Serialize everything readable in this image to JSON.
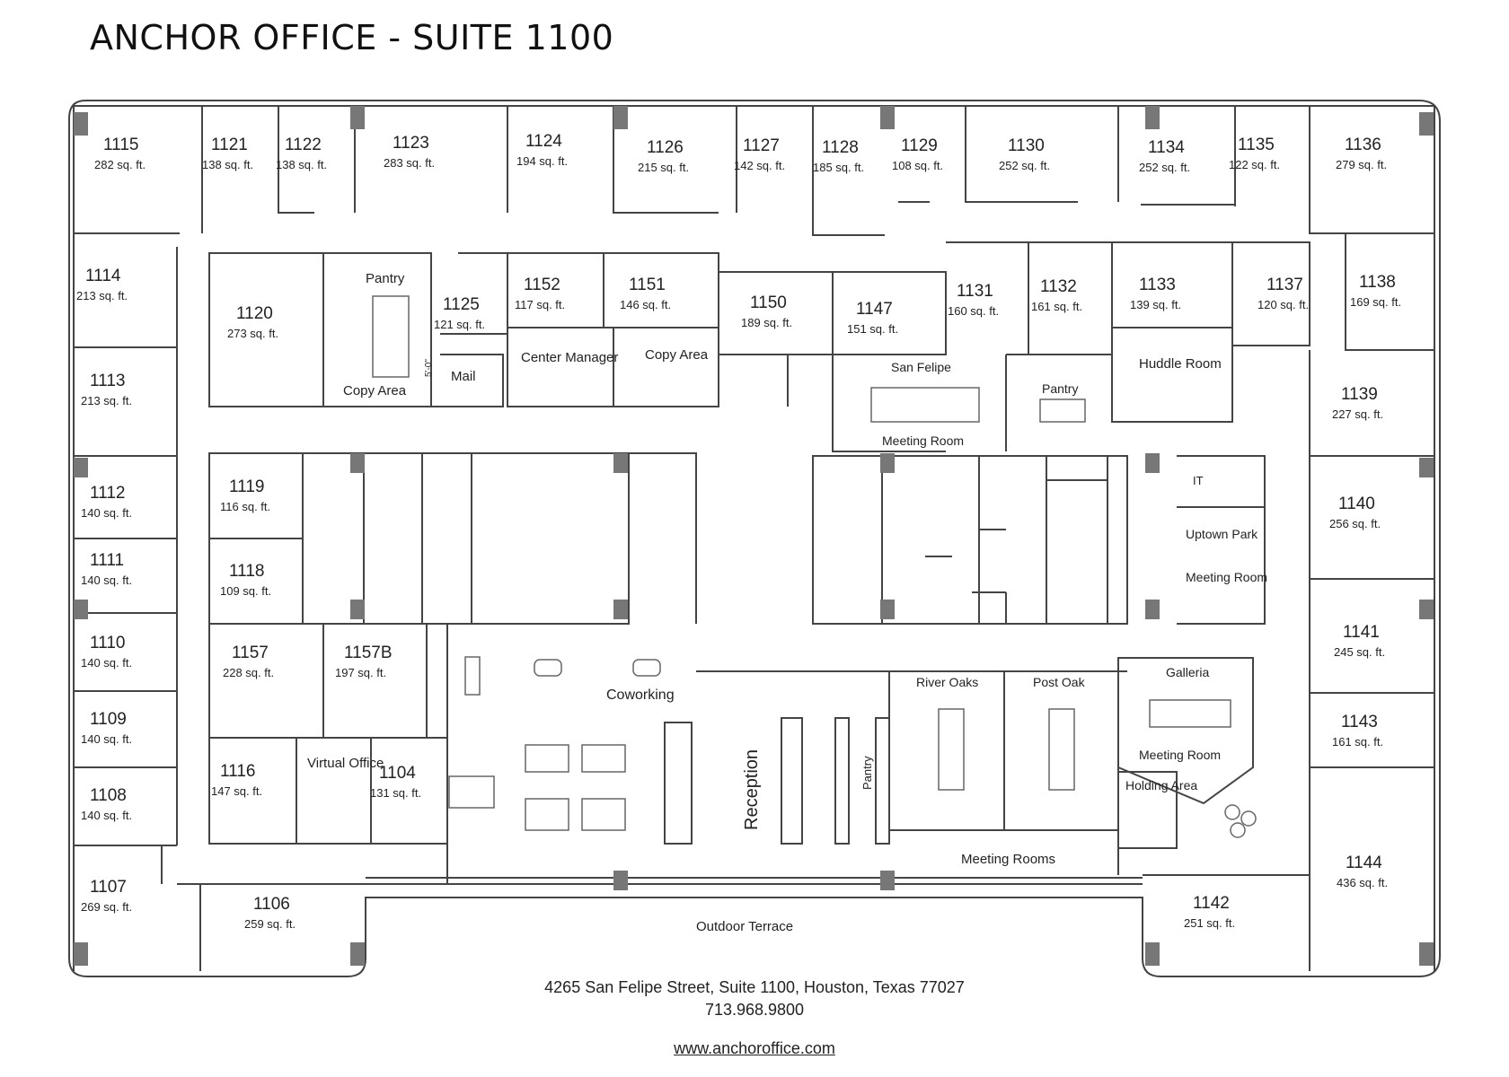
{
  "title": "ANCHOR OFFICE - SUITE 1100",
  "address": "4265 San Felipe Street, Suite 1100, Houston, Texas 77027",
  "phone": "713.968.9800",
  "website": "www.anchoroffice.com",
  "offices": [
    {
      "id": "1115",
      "area": "282 sq. ft."
    },
    {
      "id": "1121",
      "area": "138 sq. ft."
    },
    {
      "id": "1122",
      "area": "138 sq. ft."
    },
    {
      "id": "1123",
      "area": "283 sq. ft."
    },
    {
      "id": "1124",
      "area": "194 sq. ft."
    },
    {
      "id": "1126",
      "area": "215 sq. ft."
    },
    {
      "id": "1127",
      "area": "142 sq. ft."
    },
    {
      "id": "1128",
      "area": "185 sq. ft."
    },
    {
      "id": "1129",
      "area": "108 sq. ft."
    },
    {
      "id": "1130",
      "area": "252 sq. ft."
    },
    {
      "id": "1134",
      "area": "252 sq. ft."
    },
    {
      "id": "1135",
      "area": "122 sq. ft."
    },
    {
      "id": "1136",
      "area": "279 sq. ft."
    },
    {
      "id": "1114",
      "area": "213 sq. ft."
    },
    {
      "id": "1113",
      "area": "213 sq. ft."
    },
    {
      "id": "1112",
      "area": "140 sq. ft."
    },
    {
      "id": "1111",
      "area": "140 sq. ft."
    },
    {
      "id": "1110",
      "area": "140 sq. ft."
    },
    {
      "id": "1109",
      "area": "140 sq. ft."
    },
    {
      "id": "1108",
      "area": "140 sq. ft."
    },
    {
      "id": "1107",
      "area": "269 sq. ft."
    },
    {
      "id": "1106",
      "area": "259 sq. ft."
    },
    {
      "id": "1120",
      "area": "273 sq. ft."
    },
    {
      "id": "1125",
      "area": "121 sq. ft."
    },
    {
      "id": "1152",
      "area": "117 sq. ft."
    },
    {
      "id": "1151",
      "area": "146 sq. ft."
    },
    {
      "id": "1150",
      "area": "189 sq. ft."
    },
    {
      "id": "1147",
      "area": "151 sq. ft."
    },
    {
      "id": "1131",
      "area": "160 sq. ft."
    },
    {
      "id": "1132",
      "area": "161 sq. ft."
    },
    {
      "id": "1133",
      "area": "139 sq. ft."
    },
    {
      "id": "1137",
      "area": "120 sq. ft."
    },
    {
      "id": "1138",
      "area": "169 sq. ft."
    },
    {
      "id": "1139",
      "area": "227 sq. ft."
    },
    {
      "id": "1140",
      "area": "256 sq. ft."
    },
    {
      "id": "1141",
      "area": "245 sq. ft."
    },
    {
      "id": "1143",
      "area": "161 sq. ft."
    },
    {
      "id": "1144",
      "area": "436 sq. ft."
    },
    {
      "id": "1142",
      "area": "251 sq. ft."
    },
    {
      "id": "1119",
      "area": "116 sq. ft."
    },
    {
      "id": "1118",
      "area": "109 sq. ft."
    },
    {
      "id": "1157",
      "area": "228 sq. ft."
    },
    {
      "id": "1157B",
      "area": "197 sq. ft."
    },
    {
      "id": "1116",
      "area": "147 sq. ft."
    },
    {
      "id": "1104",
      "area": "131 sq. ft."
    }
  ],
  "areas": {
    "pantry_1": "Pantry",
    "copy_area_1": "Copy Area",
    "mail": "Mail",
    "dimension": "5'-0\"",
    "center_manager": "Center Manager",
    "copy_area_2": "Copy Area",
    "san_felipe": "San Felipe",
    "meeting_room_1": "Meeting Room",
    "pantry_2": "Pantry",
    "huddle_room": "Huddle Room",
    "it": "IT",
    "uptown_park": "Uptown Park",
    "meeting_room_2": "Meeting Room",
    "galleria": "Galleria",
    "meeting_room_3": "Meeting Room",
    "coworking": "Coworking",
    "reception": "Reception",
    "pantry_3": "Pantry",
    "river_oaks": "River Oaks",
    "post_oak": "Post Oak",
    "meeting_rooms": "Meeting Rooms",
    "holding_area": "Holding Area",
    "virtual_office": "Virtual Office",
    "outdoor_terrace": "Outdoor Terrace"
  }
}
